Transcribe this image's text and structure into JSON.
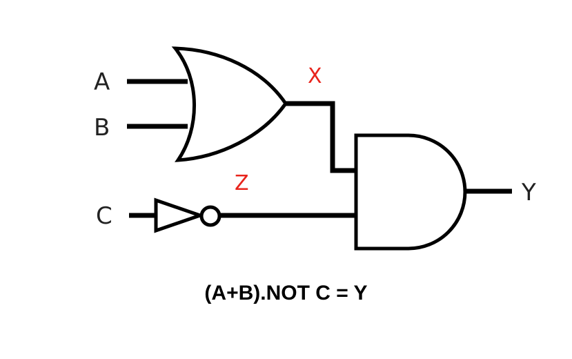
{
  "labels": {
    "input_a": "A",
    "input_b": "B",
    "input_c": "C",
    "signal_x": "X",
    "signal_z": "Z",
    "output_y": "Y"
  },
  "equation": "(A+B).NOT C = Y",
  "colors": {
    "intermediate_label": "#e8241c",
    "line": "#000000",
    "text": "#222222"
  }
}
